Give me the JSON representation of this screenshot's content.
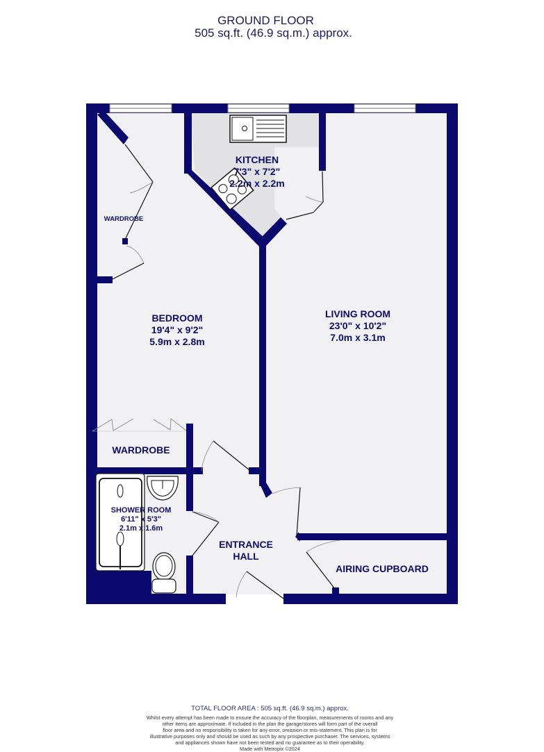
{
  "header": {
    "floor_name": "GROUND FLOOR",
    "floor_area": "505 sq.ft. (46.9 sq.m.) approx."
  },
  "colors": {
    "wall": "#0a0a6e",
    "floor": "#f1f1f3",
    "worktop": "#e2e2e4",
    "label": "#0d0d66"
  },
  "rooms": [
    {
      "name": "KITCHEN",
      "imperial": "7'3\"  x 7'2\"",
      "metric": "2.2m  x 2.2m"
    },
    {
      "name": "BEDROOM",
      "imperial": "19'4\"  x 9'2\"",
      "metric": "5.9m  x 2.8m"
    },
    {
      "name": "LIVING ROOM",
      "imperial": "23'0\"  x 10'2\"",
      "metric": "7.0m  x 3.1m"
    },
    {
      "name": "SHOWER ROOM",
      "imperial": "6'11\"  x 5'3\"",
      "metric": "2.1m  x 1.6m"
    },
    {
      "name": "ENTRANCE",
      "name2": "HALL"
    },
    {
      "name": "AIRING CUPBOARD"
    },
    {
      "name": "WARDROBE"
    },
    {
      "name": "WARDROBE"
    }
  ],
  "footer": {
    "total_area": "TOTAL FLOOR AREA : 505 sq.ft. (46.9 sq.m.) approx.",
    "disclaimer": [
      "Whilst every attempt has been made to ensure the accuracy of the floorplan, measurements of rooms and any",
      "other items are approximate. If included in the plan the garage/stores will form part of the overall",
      "floor area and no responsibility is taken for any error, omission or mis-statement. This plan is for",
      "illustrative purposes only and should be used as such by any prospective purchaser. The services, systems",
      "and appliances shown have not been tested and no guarantee as to their operability."
    ],
    "credit": "Made with Metropix ©2024"
  }
}
